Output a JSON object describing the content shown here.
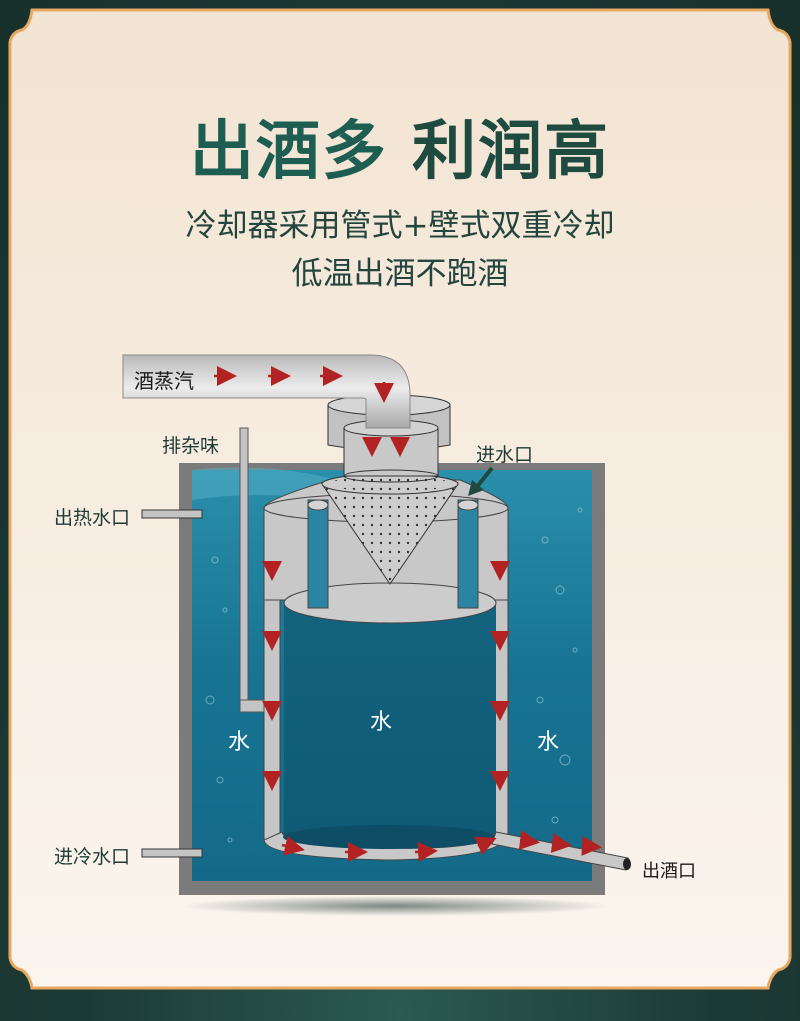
{
  "header": {
    "title_part1": "出酒多",
    "title_part2": "利润高",
    "subtitle_line1": "冷却器采用管式+壁式双重冷却",
    "subtitle_line2": "低温出酒不跑酒"
  },
  "diagram": {
    "labels": {
      "steam": "酒蒸汽",
      "vent": "排杂味",
      "water_inlet": "进水口",
      "hot_water_outlet": "出热水口",
      "cold_water_inlet": "进冷水口",
      "liquor_outlet": "出酒口",
      "water_left": "水",
      "water_center": "水",
      "water_right": "水"
    },
    "colors": {
      "background": "#1f3a35",
      "card": "#f4e8d8",
      "card_border": "#e8a862",
      "title": "#1e5e52",
      "water": "#1a6e8c",
      "pipe": "#c8c8c8",
      "tank": "#7a7a7a",
      "arrow": "#b22222"
    }
  }
}
